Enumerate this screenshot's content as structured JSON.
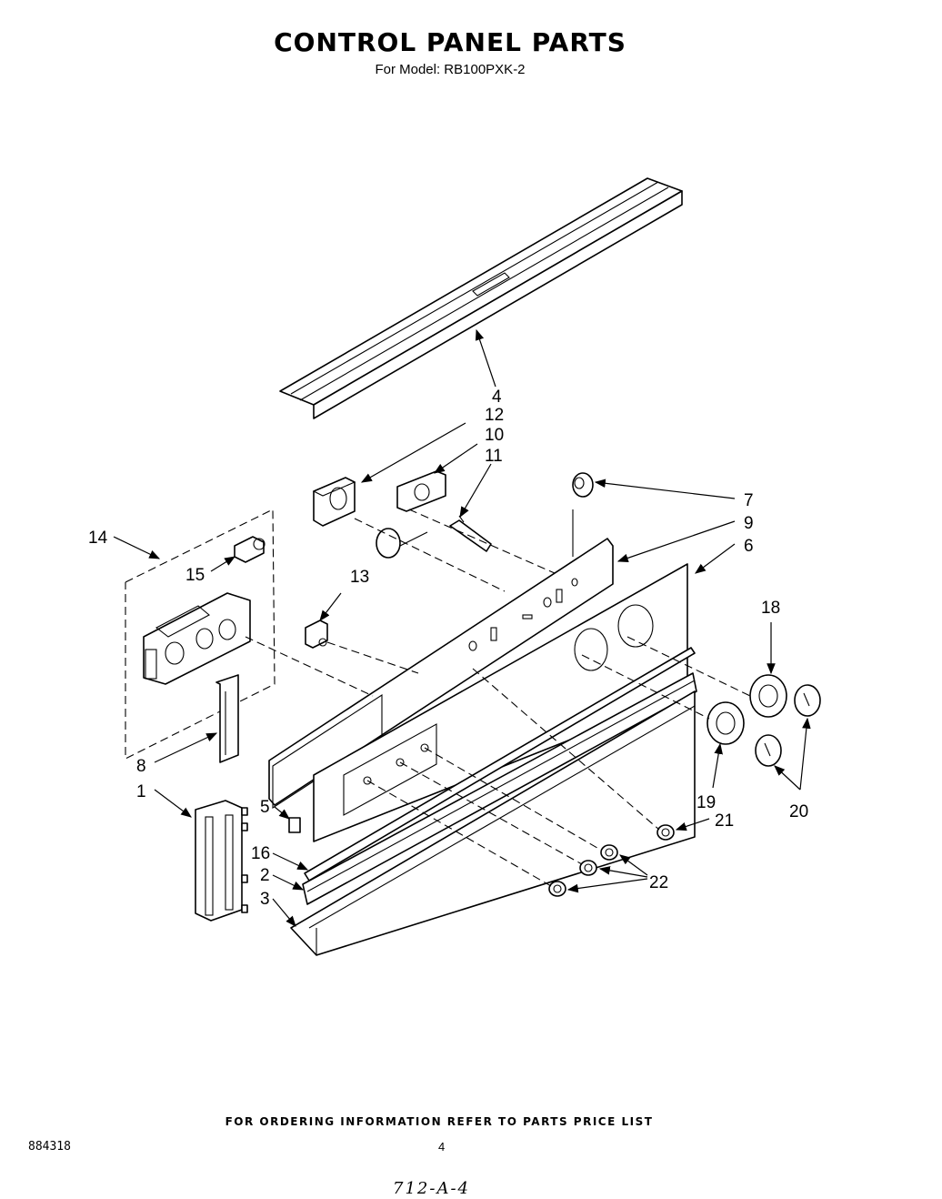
{
  "header": {
    "title": "CONTROL PANEL PARTS",
    "model_line": "For Model: RB100PXK-2"
  },
  "footer": {
    "ordering_note": "FOR ORDERING INFORMATION REFER TO PARTS PRICE LIST",
    "doc_number": "884318",
    "page_number": "4",
    "handwritten_note": "712-A-4"
  },
  "callouts": {
    "c1": "1",
    "c2": "2",
    "c3": "3",
    "c4": "4",
    "c5": "5",
    "c6": "6",
    "c7": "7",
    "c8": "8",
    "c9": "9",
    "c10": "10",
    "c11": "11",
    "c12": "12",
    "c13": "13",
    "c14": "14",
    "c15": "15",
    "c16": "16",
    "c18": "18",
    "c19": "19",
    "c20": "20",
    "c21": "21",
    "c22": "22"
  },
  "colors": {
    "ink": "#000000",
    "paper": "#ffffff"
  }
}
